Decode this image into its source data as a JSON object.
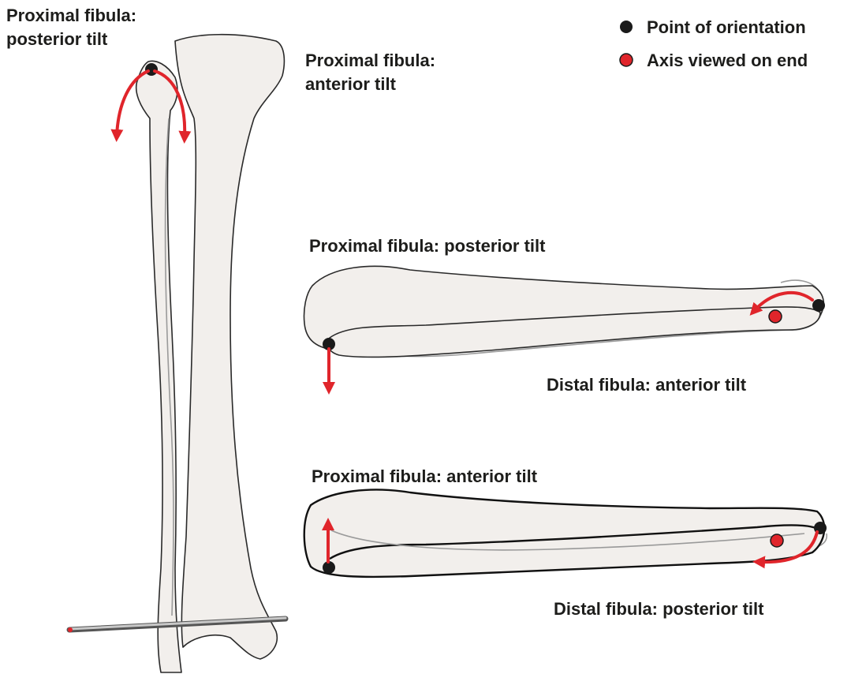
{
  "labels": {
    "left_posterior_line1": "Proximal fibula:",
    "left_posterior_line2": "posterior tilt",
    "left_anterior_line1": "Proximal fibula:",
    "left_anterior_line2": "anterior tilt",
    "mid_proximal": "Proximal fibula: posterior tilt",
    "mid_distal": "Distal fibula: anterior tilt",
    "bottom_proximal": "Proximal fibula: anterior tilt",
    "bottom_distal": "Distal fibula: posterior tilt"
  },
  "legend": {
    "items": [
      {
        "label": "Point of orientation",
        "color": "#1a1a1a"
      },
      {
        "label": "Axis viewed on end",
        "color": "#e0252b"
      }
    ]
  },
  "colors": {
    "arrow": "#e0252b",
    "bone_fill": "#f2efec",
    "outline": "#2a2a2a",
    "ghost_outline": "#9a9a9a"
  }
}
